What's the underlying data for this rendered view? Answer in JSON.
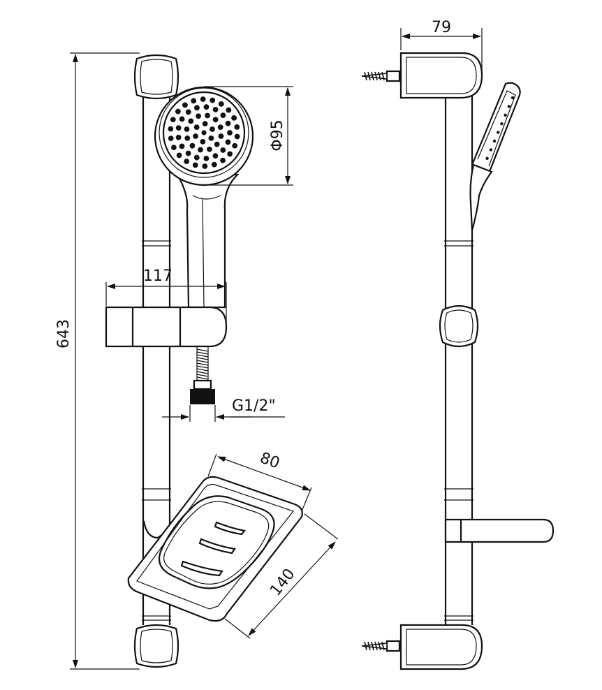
{
  "dimensions": {
    "overall_height": "643",
    "bracket_depth": "79",
    "head_diameter": "Φ95",
    "slider_length": "117",
    "thread": "G1/2\"",
    "dish_width": "80",
    "dish_length": "140"
  },
  "colors": {
    "line": "#111111",
    "background": "#ffffff"
  }
}
